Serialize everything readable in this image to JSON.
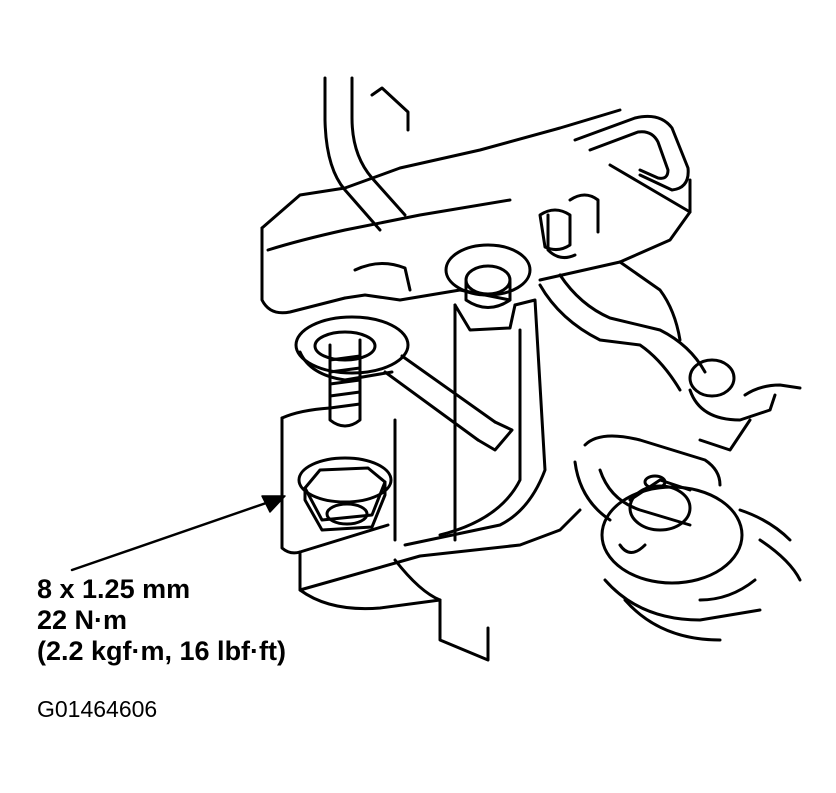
{
  "callout": {
    "size": "8 x 1.25 mm",
    "torque_nm": "22 N·m",
    "torque_alt": "(2.2 kgf·m, 16 lbf·ft)"
  },
  "figure_id": "G01464606",
  "colors": {
    "line": "#000000",
    "background": "#ffffff"
  }
}
